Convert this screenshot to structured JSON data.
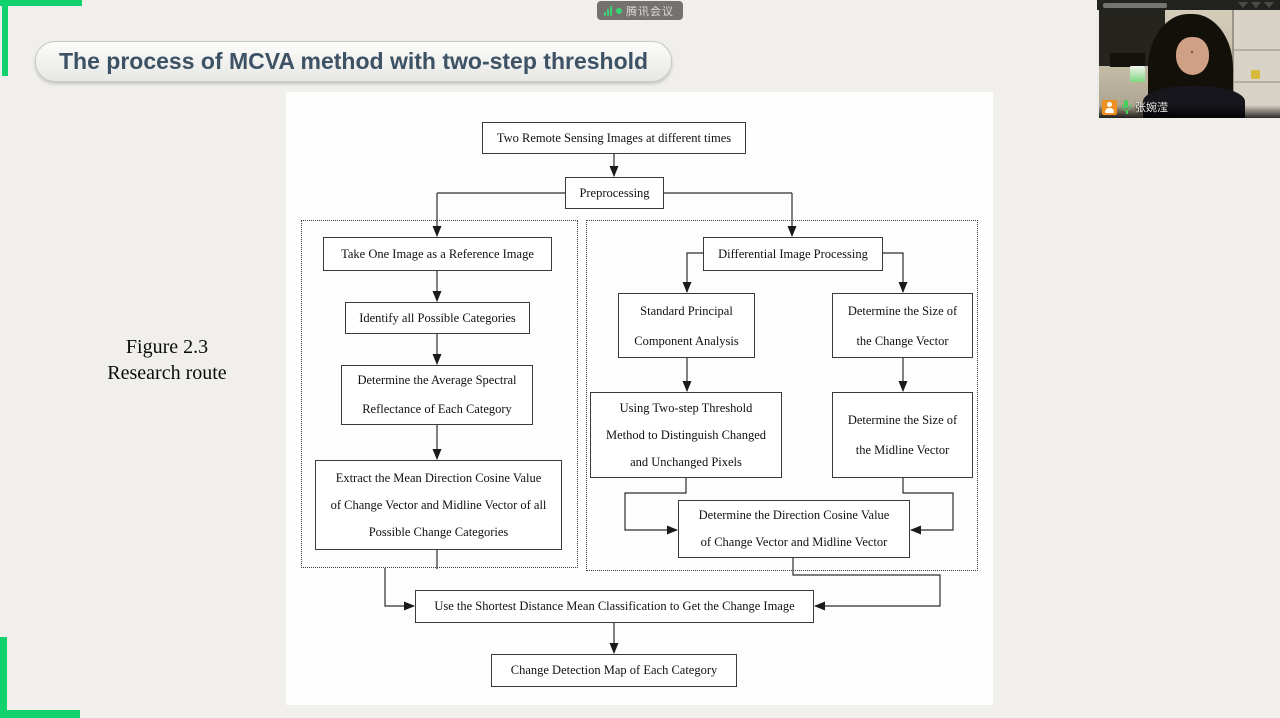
{
  "meeting_badge": {
    "app_name": "腾讯会议"
  },
  "webcam": {
    "participant_name": "张婉滢"
  },
  "theme": {
    "accent_green": "#12d26d",
    "title_color": "#3d5264",
    "badge_bg": "#696764",
    "mic_green": "#45d05a",
    "avatar_orange": "#ef8f1f"
  },
  "slide": {
    "title": "The process of MCVA method with two-step threshold",
    "figure_caption": [
      "Figure 2.3",
      "Research route"
    ],
    "flowchart": {
      "nodes": {
        "two_images": "Two Remote Sensing Images at different times",
        "preprocessing": "Preprocessing",
        "reference_image": "Take One Image as a Reference Image",
        "identify_categories": "Identify all Possible Categories",
        "avg_spectral": [
          "Determine the Average Spectral",
          "Reflectance of Each Category"
        ],
        "extract_mean": [
          "Extract the Mean Direction Cosine Value",
          "of Change Vector and Midline Vector of all",
          "Possible Change Categories"
        ],
        "differential": "Differential Image Processing",
        "pca": [
          "Standard Principal",
          "Component Analysis"
        ],
        "change_vector_size": [
          "Determine the Size of",
          "the Change Vector"
        ],
        "two_step_threshold": [
          "Using Two-step Threshold",
          "Method to Distinguish Changed",
          "and Unchanged Pixels"
        ],
        "midline_vector_size": [
          "Determine the Size of",
          "the Midline Vector"
        ],
        "direction_cosine": [
          "Determine the Direction Cosine Value",
          "of Change Vector and Midline Vector"
        ],
        "shortest_distance": "Use the Shortest Distance Mean Classification to Get the Change Image",
        "change_map": "Change Detection Map of Each Category"
      }
    }
  }
}
